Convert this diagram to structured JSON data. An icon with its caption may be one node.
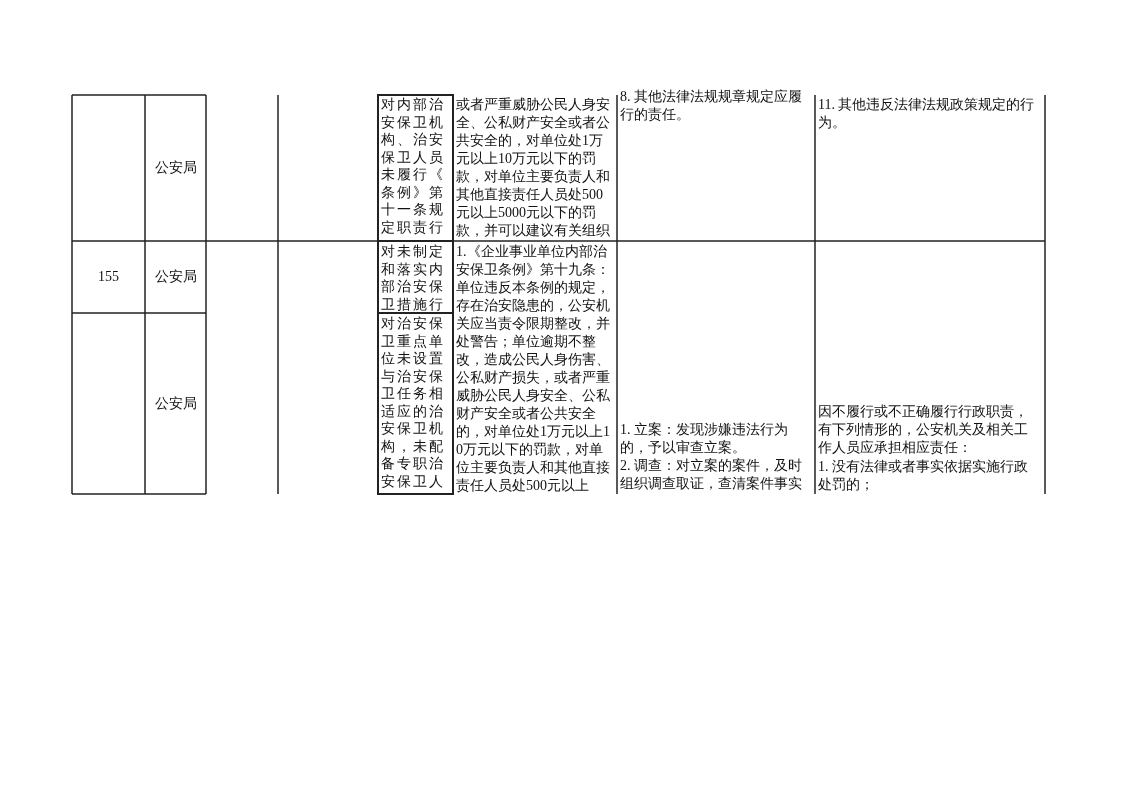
{
  "diagram": {
    "labels": [
      "公安局",
      "对内部治安保卫机构、治安保卫人员未履行《条例》第十一条规定职责行",
      "或者严重威胁公民人身安全、公私财产安全或者公共安全的，对单位处1万元以上10万元以下的罚款，对单位主要负责人和其他直接责任人员处500元以上5000元以下的罚款，并可以建议有关组织",
      "8. 其他法律法规规章规定应履行的责任。",
      "11. 其他违反法律法规政策规定的行为。",
      "155",
      "公安局",
      "对未制定和落实内部治安保卫措施行",
      "1.《企业事业单位内部治安保卫条例》第十九条：单位违反本条例的规定，存在治安隐患的，公安机关应当责令限期整改，并处警告；单位逾期不整改，造成公民人身伤害、公私财产损失，或者严重威胁公民人身安全、公私财产安全或者公共安全的，对单位处1万元以上10万元以下的罚款，对单位主要负责人和其他直接责任人员处500元以上",
      "公安局",
      "对治安保卫重点单位未设置与治安保卫任务相适应的治安保卫机构，未配备专职治安保卫人",
      "1. 立案：发现涉嫌违法行为的，予以审查立案。",
      "2. 调查：对立案的案件，及时组织调查取证，查清案件事实",
      "因不履行或不正确履行行政职责，有下列情形的，公安机关及相关工作人员应承担相应责任：",
      "1. 没有法律或者事实依据实施行政处罚的；"
    ]
  }
}
